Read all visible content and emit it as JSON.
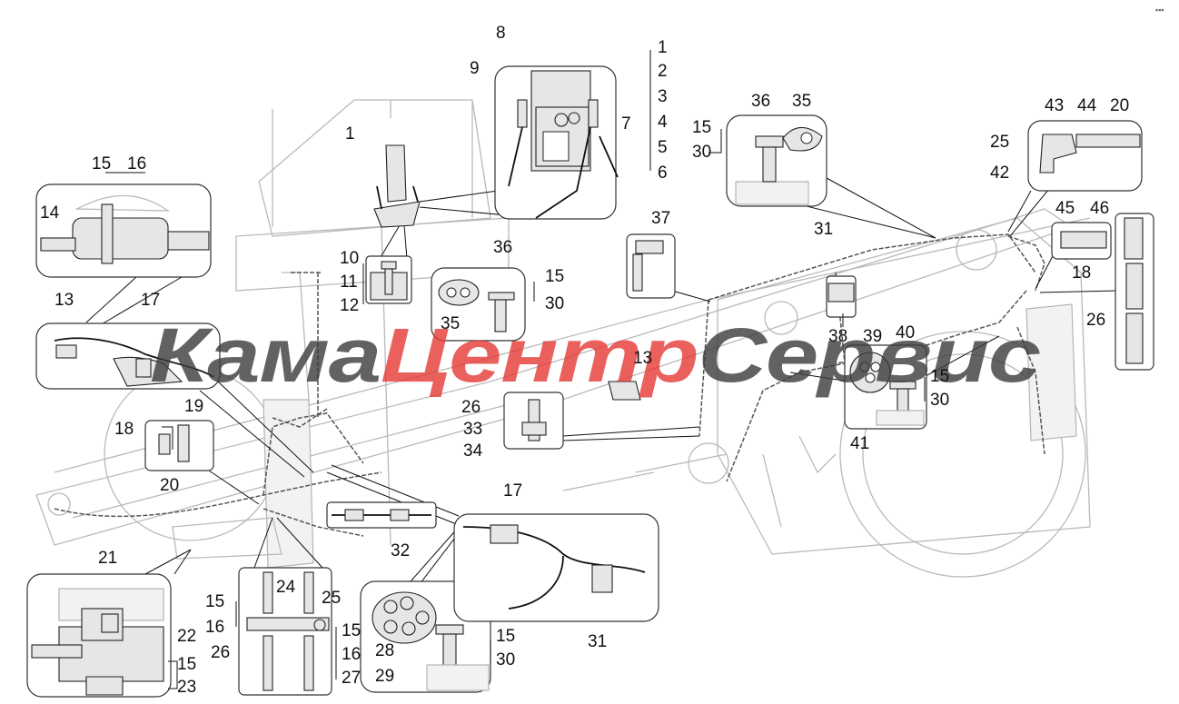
{
  "watermark": {
    "part1": "Кама",
    "part2": "Центр",
    "part3": "Сервис",
    "color_dark": "#3c3c3c",
    "color_red": "#e53935"
  },
  "corner_mark": "▪▪▪",
  "callouts": [
    "1",
    "2",
    "3",
    "4",
    "5",
    "6",
    "7",
    "8",
    "9",
    "1",
    "10",
    "11",
    "12",
    "13",
    "14",
    "15",
    "16",
    "17",
    "18",
    "19",
    "20",
    "21",
    "22",
    "15",
    "23",
    "15",
    "16",
    "24",
    "25",
    "15",
    "16",
    "26",
    "27",
    "28",
    "29",
    "15",
    "30",
    "31",
    "32",
    "33",
    "34",
    "26",
    "36",
    "35",
    "15",
    "30",
    "35",
    "36",
    "15",
    "30",
    "37",
    "13",
    "31",
    "38",
    "39",
    "40",
    "15",
    "30",
    "41",
    "43",
    "44",
    "20",
    "25",
    "42",
    "45",
    "46",
    "18",
    "26",
    "17"
  ]
}
